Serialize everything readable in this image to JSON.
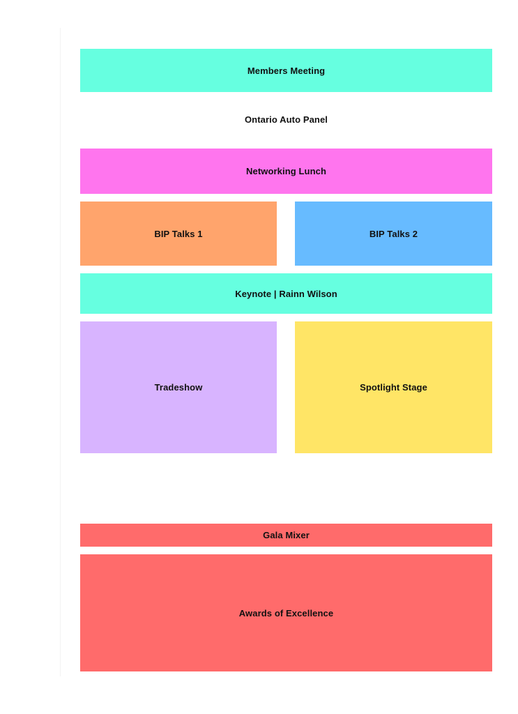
{
  "events": [
    {
      "id": "members-meeting",
      "label": "Members Meeting",
      "color": "#66ffe0"
    },
    {
      "id": "ontario-auto",
      "label": "Ontario Auto Panel",
      "color": "#ffffff"
    },
    {
      "id": "networking-lunch",
      "label": "Networking Lunch",
      "color": "#ff75ee"
    },
    {
      "id": "bip-talks-1",
      "label": "BIP Talks 1",
      "color": "#ffa46c"
    },
    {
      "id": "bip-talks-2",
      "label": "BIP Talks 2",
      "color": "#67bbff"
    },
    {
      "id": "keynote",
      "label": "Keynote | Rainn Wilson",
      "color": "#66ffe0"
    },
    {
      "id": "tradeshow",
      "label": "Tradeshow",
      "color": "#d8b4ff"
    },
    {
      "id": "spotlight-stage",
      "label": "Spotlight Stage",
      "color": "#ffe566"
    },
    {
      "id": "gala-mixer",
      "label": "Gala Mixer",
      "color": "#ff6b6b"
    },
    {
      "id": "awards",
      "label": "Awards of Excellence",
      "color": "#ff6b6b"
    }
  ]
}
